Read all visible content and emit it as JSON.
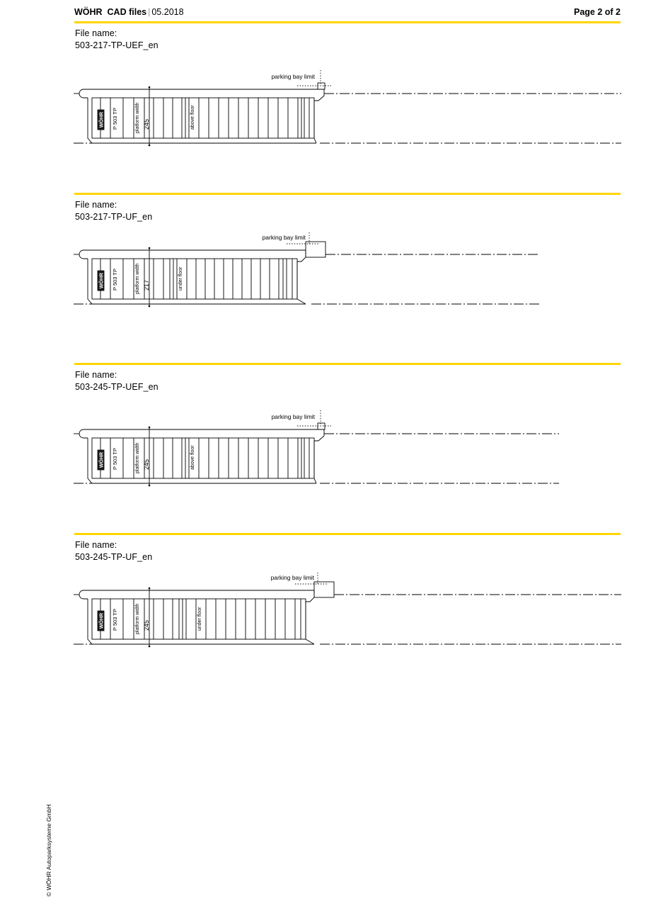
{
  "header": {
    "brand": "WÖHR",
    "doc_type": "CAD files",
    "separator": "|",
    "date": "05.2018",
    "page_indicator": "Page 2 of 2"
  },
  "colors": {
    "rule_yellow": "#ffd500",
    "line_black": "#000000",
    "text_black": "#000000"
  },
  "labels": {
    "file_name": "File name:",
    "parking_bay_limit": "parking bay limit",
    "platform_width": "platform width",
    "product_code": "P 503 TP",
    "brand_mark": "WÖHR"
  },
  "sections": [
    {
      "id": "sec-1",
      "file_name_label": "File name:",
      "file_name_value": "503-217-TP-UEF_en",
      "drawing": {
        "annotation": "parking bay limit",
        "brand_mark": "WÖHR",
        "product_code": "P 503 TP",
        "dimension_label": "platform width",
        "dimension_value": "245",
        "floor_label": "above floor",
        "variant": "UEF"
      }
    },
    {
      "id": "sec-2",
      "file_name_label": "File name:",
      "file_name_value": "503-217-TP-UF_en",
      "drawing": {
        "annotation": "parking bay limit",
        "brand_mark": "WÖHR",
        "product_code": "P 503 TP",
        "dimension_label": "platform width",
        "dimension_value": "217",
        "floor_label": "under floor",
        "variant": "UF"
      }
    },
    {
      "id": "sec-3",
      "file_name_label": "File name:",
      "file_name_value": "503-245-TP-UEF_en",
      "drawing": {
        "annotation": "parking bay limit",
        "brand_mark": "WÖHR",
        "product_code": "P 503 TP",
        "dimension_label": "platform width",
        "dimension_value": "245",
        "floor_label": "above floor",
        "variant": "UEF"
      }
    },
    {
      "id": "sec-4",
      "file_name_label": "File name:",
      "file_name_value": "503-245-TP-UF_en",
      "drawing": {
        "annotation": "parking bay limit",
        "brand_mark": "WÖHR",
        "product_code": "P 503 TP",
        "dimension_label": "platform width",
        "dimension_value": "245",
        "floor_label": "under floor",
        "variant": "UF"
      }
    }
  ],
  "footer": {
    "copyright": "© WÖHR Autoparksysteme GmbH"
  }
}
